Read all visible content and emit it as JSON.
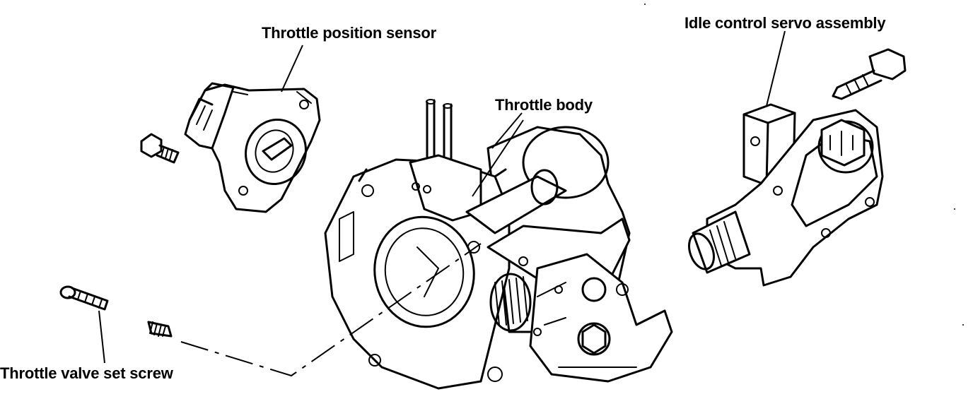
{
  "diagram": {
    "labels": {
      "throttle_position_sensor": "Throttle position sensor",
      "idle_control_servo": "Idle control servo assembly",
      "throttle_body": "Throttle body",
      "throttle_valve_set_screw": "Throttle valve set screw"
    },
    "parts": [
      "throttle-position-sensor",
      "tps-mounting-screw",
      "throttle-body",
      "idle-control-servo-assembly",
      "servo-mounting-bolt",
      "throttle-valve-set-screw",
      "throttle-valve-spring"
    ]
  }
}
